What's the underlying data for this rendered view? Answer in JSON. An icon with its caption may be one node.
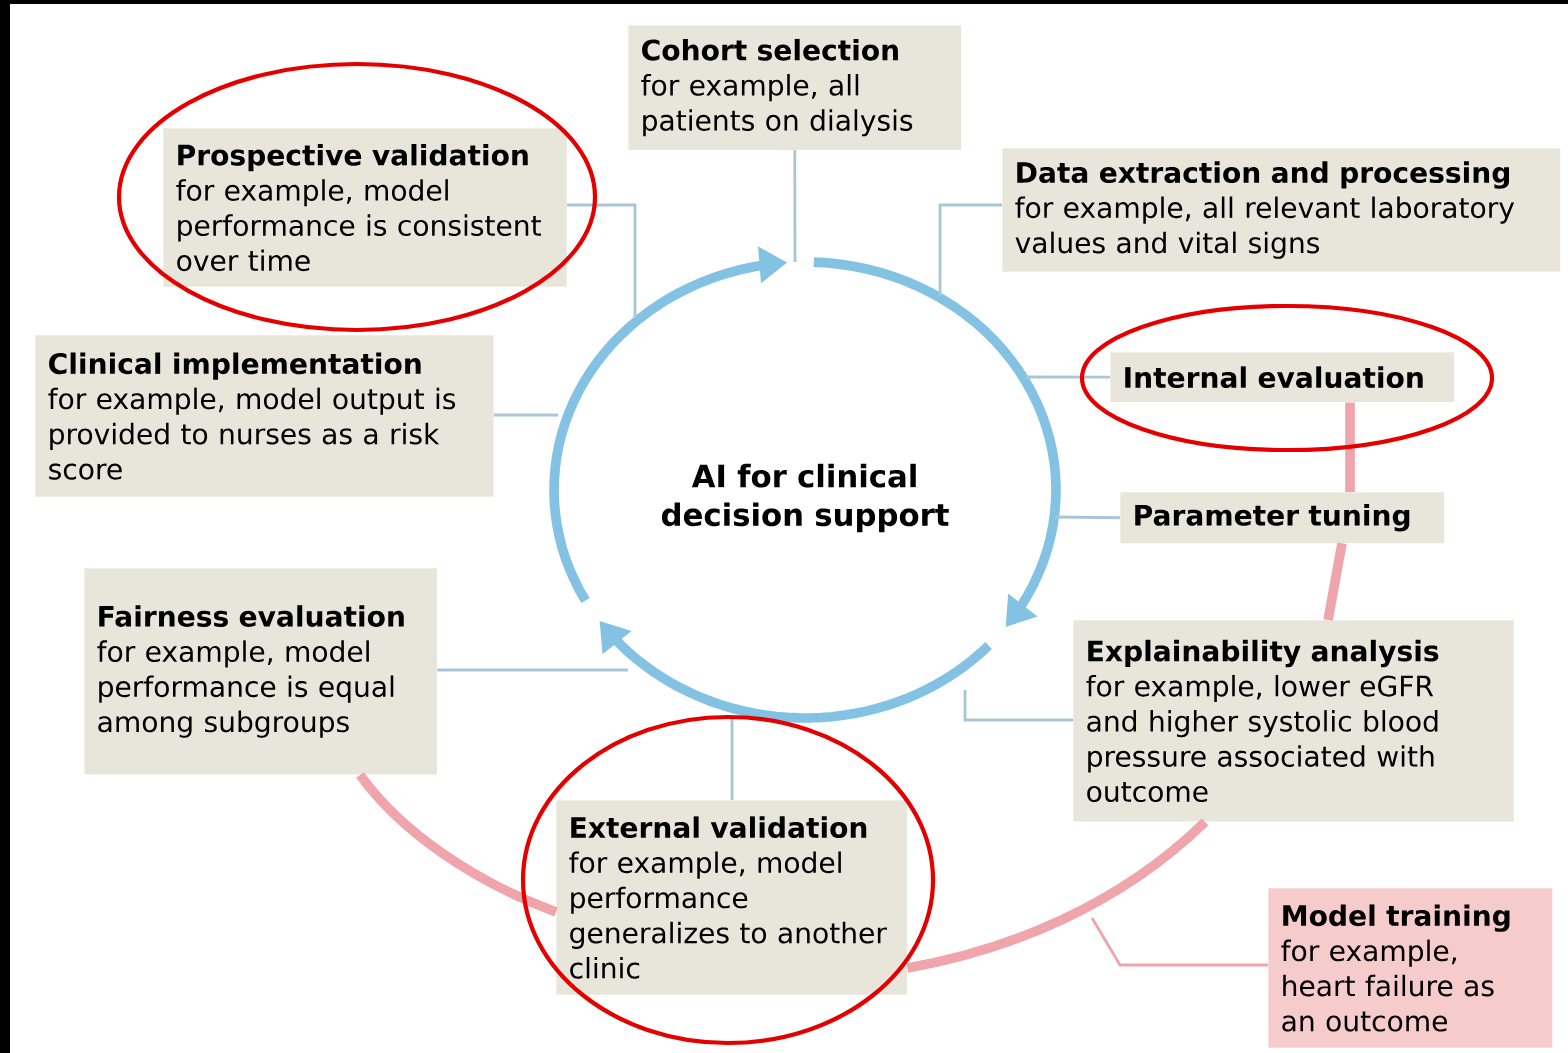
{
  "diagram": {
    "nodes": [
      {
        "text": [
          "AI for clinical decision support"
        ]
      },
      {
        "text": [
          "Cohort selection",
          "for example, all patients on dialysis"
        ]
      },
      {
        "text": [
          "Data extraction and processing",
          "for example, all relevant laboratory values and vital signs"
        ]
      },
      {
        "text": [
          "Internal evaluation"
        ]
      },
      {
        "text": [
          "Parameter tuning"
        ]
      },
      {
        "text": [
          "Explainability analysis",
          "for example, lower eGFR and higher systolic blood pressure associated with outcome"
        ]
      },
      {
        "text": [
          "Model training",
          "for example, heart failure as an outcome"
        ]
      },
      {
        "text": [
          "External validation",
          "for example, model performance generalizes to another clinic"
        ]
      },
      {
        "text": [
          "Fairness evaluation",
          "for example, model performance is equal among subgroups"
        ]
      },
      {
        "text": [
          "Clinical implementation",
          "for example, model output is provided to nurses as a risk score"
        ]
      },
      {
        "text": [
          "Prospective validation",
          "for example, model performance is consistent over time"
        ]
      }
    ],
    "edges": [
      {
        "from": 1,
        "to": null,
        "arrow": "none"
      },
      {
        "from": 2,
        "to": null,
        "arrow": "none"
      },
      {
        "from": 3,
        "to": null,
        "arrow": "none"
      },
      {
        "from": 4,
        "to": null,
        "arrow": "none"
      },
      {
        "from": 5,
        "to": null,
        "arrow": "none"
      },
      {
        "from": 7,
        "to": null,
        "arrow": "none"
      },
      {
        "from": 8,
        "to": null,
        "arrow": "none"
      },
      {
        "from": 9,
        "to": null,
        "arrow": "none"
      },
      {
        "from": 10,
        "to": null,
        "arrow": "none"
      },
      {
        "from": 3,
        "to": 4,
        "arrow": "none",
        "style": "thick",
        "color": "#f0a4ac"
      },
      {
        "from": 4,
        "to": 5,
        "arrow": "none",
        "style": "thick",
        "color": "#f0a4ac"
      },
      {
        "from": 5,
        "to": 7,
        "arrow": "none",
        "style": "thick",
        "color": "#f0a4ac"
      },
      {
        "from": 7,
        "to": 8,
        "arrow": "none",
        "style": "thick",
        "color": "#f0a4ac"
      },
      {
        "from": 6,
        "to": null,
        "arrow": "none",
        "color": "#f0a4ac"
      }
    ]
  }
}
